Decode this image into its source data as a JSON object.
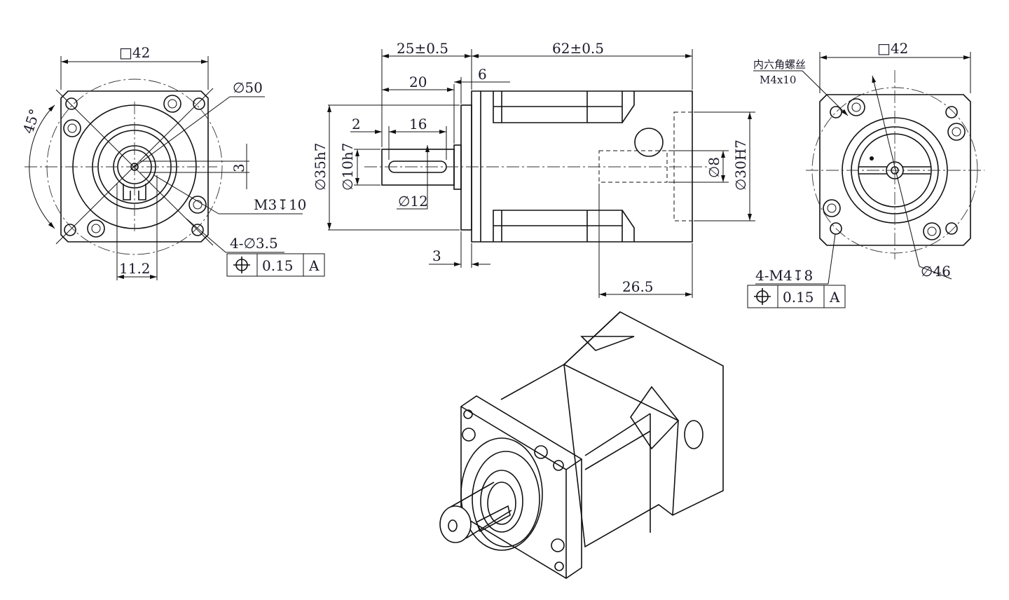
{
  "front_view": {
    "square_size": "□42",
    "pcd_dia": "∅50",
    "angle": "45°",
    "key_offset": "3",
    "thread_note": "M3↧10",
    "hole_note": "4-∅3.5",
    "tolerance": {
      "value": "0.15",
      "datum": "A"
    },
    "key_height": "11.2"
  },
  "side_view": {
    "length_shaft": "25±0.5",
    "length_body": "62±0.5",
    "flange_thickness": "6",
    "shaft_length": "20",
    "key_offset": "2",
    "key_length": "16",
    "pilot_dia": "∅35h7",
    "shaft_dia": "∅10h7",
    "shoulder_dia": "∅12",
    "bore_dia": "∅8",
    "input_pilot_dia": "∅30H7",
    "pilot_depth": "3",
    "bore_depth": "26.5"
  },
  "rear_view": {
    "square_size": "□42",
    "screw_note_cn": "内六角螺丝",
    "screw_size": "M4x10",
    "pcd_dia": "∅46",
    "thread_note": "4-M4↧8",
    "tolerance": {
      "value": "0.15",
      "datum": "A"
    }
  }
}
